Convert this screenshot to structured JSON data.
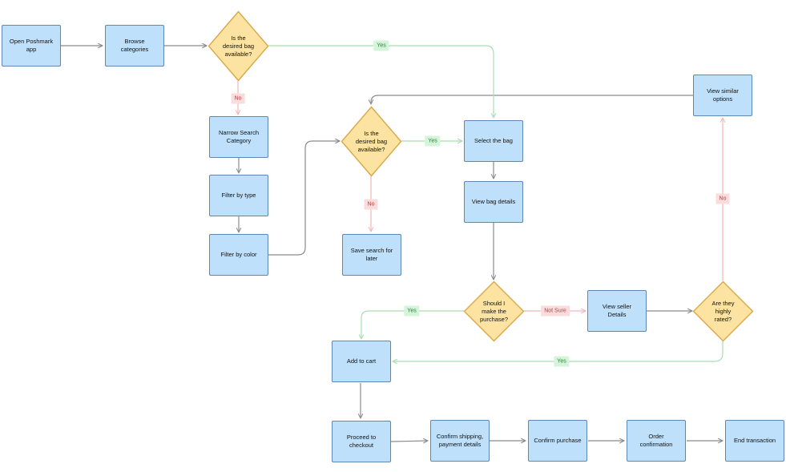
{
  "nodes": {
    "open_app": "Open Poshmark app",
    "browse": "Browse categories",
    "avail1": "Is the desired bag available?",
    "narrow": "Narrow Search Category",
    "filter_type": "Filter by type",
    "filter_color": "Filter by color",
    "avail2": "Is the desired bag available?",
    "save_search": "Save search for later",
    "select_bag": "Select the bag",
    "view_details": "View bag details",
    "view_similar": "View similar options",
    "should_purchase": "Should I make the purchase?",
    "view_seller": "View seller Details",
    "highly_rated": "Are they highly rated?",
    "add_cart": "Add to cart",
    "checkout": "Proceed to checkout",
    "confirm_shipping": "Confirm shipping, payment details",
    "confirm_purchase": "Confirm purchase",
    "order_confirmation": "Order confirmation",
    "end": "End transaction"
  },
  "labels": {
    "yes1": "Yes",
    "no1": "No",
    "yes2": "Yes",
    "no2": "No",
    "no3": "No",
    "yes3": "Yes",
    "not_sure": "Not Sure",
    "yes4": "Yes"
  },
  "colors": {
    "box_fill": "#bfe0fb",
    "box_border": "#5e87b4",
    "diamond_fill": "#fde3a1",
    "diamond_border": "#d9a84a",
    "arrow_gray": "#8a8a8a",
    "arrow_green": "#a8dfb0",
    "arrow_red": "#f3b8b8"
  }
}
